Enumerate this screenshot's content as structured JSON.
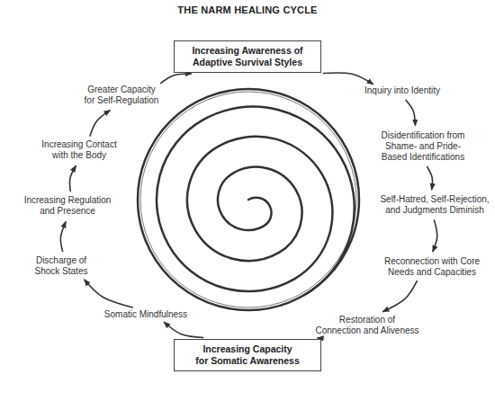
{
  "diagram": {
    "title": "THE NARM HEALING CYCLE",
    "nodes": [
      {
        "text": [
          "Increasing Awareness of Adaptive Survival Styles"
        ]
      },
      {
        "text": [
          "Inquiry into Identity"
        ]
      },
      {
        "text": [
          "Disidentification from Shame- and Pride-Based Identifications"
        ]
      },
      {
        "text": [
          "Self-Hatred, Self-Rejection, and Judgments Diminish"
        ]
      },
      {
        "text": [
          "Reconnection with Core Needs and Capacities"
        ]
      },
      {
        "text": [
          "Restoration of Connection and Aliveness"
        ]
      },
      {
        "text": [
          "Increasing Capacity for Somatic Awareness"
        ]
      },
      {
        "text": [
          "Somatic Mindfulness"
        ]
      },
      {
        "text": [
          "Discharge of Shock States"
        ]
      },
      {
        "text": [
          "Increasing Regulation and Presence"
        ]
      },
      {
        "text": [
          "Increasing Contact with the Body"
        ]
      },
      {
        "text": [
          "Greater Capacity for Self-Regulation"
        ]
      }
    ],
    "edges": [
      {
        "from": 0,
        "to": 1,
        "arrow": "to"
      },
      {
        "from": 1,
        "to": 2,
        "arrow": "to"
      },
      {
        "from": 2,
        "to": 3,
        "arrow": "to"
      },
      {
        "from": 3,
        "to": 4,
        "arrow": "to"
      },
      {
        "from": 4,
        "to": 5,
        "arrow": "to"
      },
      {
        "from": 5,
        "to": 6,
        "arrow": "to"
      },
      {
        "from": 6,
        "to": 7,
        "arrow": "to"
      },
      {
        "from": 7,
        "to": 8,
        "arrow": "to"
      },
      {
        "from": 8,
        "to": 9,
        "arrow": "to"
      },
      {
        "from": 9,
        "to": 10,
        "arrow": "to"
      },
      {
        "from": 10,
        "to": 11,
        "arrow": "to"
      },
      {
        "from": 11,
        "to": 0,
        "arrow": "to"
      }
    ]
  }
}
